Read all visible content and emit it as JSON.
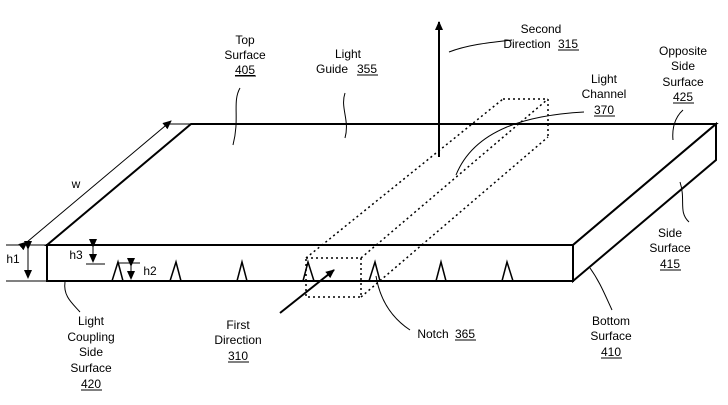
{
  "labels": {
    "top_surface": {
      "line1": "Top",
      "line2": "Surface",
      "ref": "405"
    },
    "light_guide": {
      "line1": "Light",
      "line2": "Guide",
      "ref": "355"
    },
    "second_direction": {
      "line1": "Second",
      "line2": "Direction",
      "ref": "315"
    },
    "opposite_side": {
      "line1": "Opposite",
      "line2": "Side",
      "line3": "Surface",
      "ref": "425"
    },
    "light_channel": {
      "line1": "Light",
      "line2": "Channel",
      "ref": "370"
    },
    "side_surface": {
      "line1": "Side",
      "line2": "Surface",
      "ref": "415"
    },
    "bottom_surface": {
      "line1": "Bottom",
      "line2": "Surface",
      "ref": "410"
    },
    "notch": {
      "line1": "Notch",
      "ref": "365"
    },
    "first_direction": {
      "line1": "First",
      "line2": "Direction",
      "ref": "310"
    },
    "light_coupling": {
      "line1": "Light",
      "line2": "Coupling",
      "line3": "Side",
      "line4": "Surface",
      "ref": "420"
    },
    "dimensions": {
      "w": "w",
      "h1": "h1",
      "h2": "h2",
      "h3": "h3"
    }
  }
}
